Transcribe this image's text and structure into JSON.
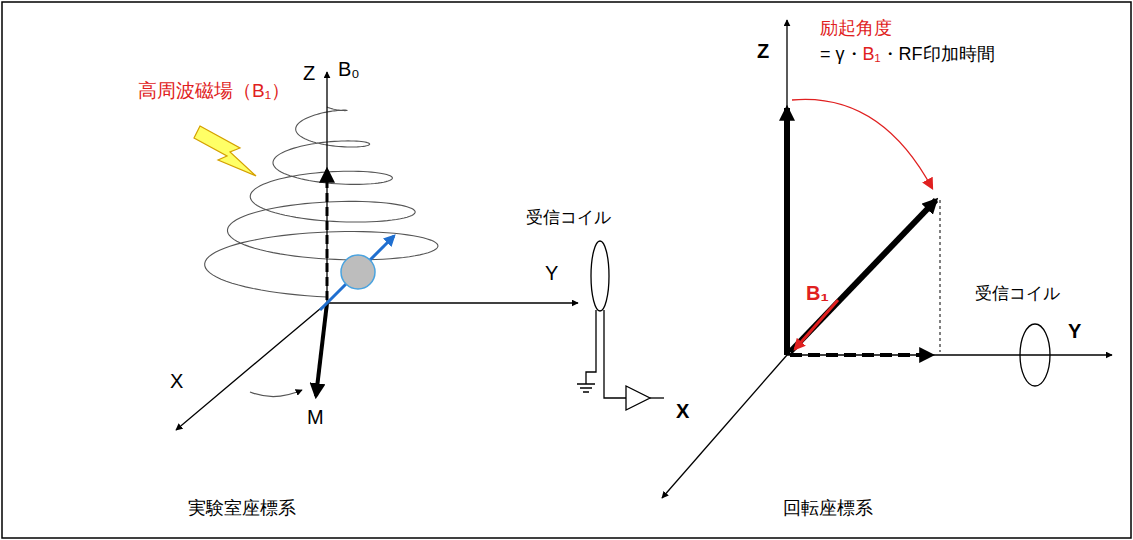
{
  "diagram": {
    "labels": [
      "高周波磁場（B₁）",
      "Z",
      "B₀",
      "Y",
      "X",
      "M",
      "受信コイル",
      "実験室座標系",
      "励起角度",
      "= γ・",
      "B₁",
      "・RF印加時間",
      "Z",
      "B₁",
      "Y",
      "X",
      "受信コイル",
      "回転座標系"
    ]
  }
}
